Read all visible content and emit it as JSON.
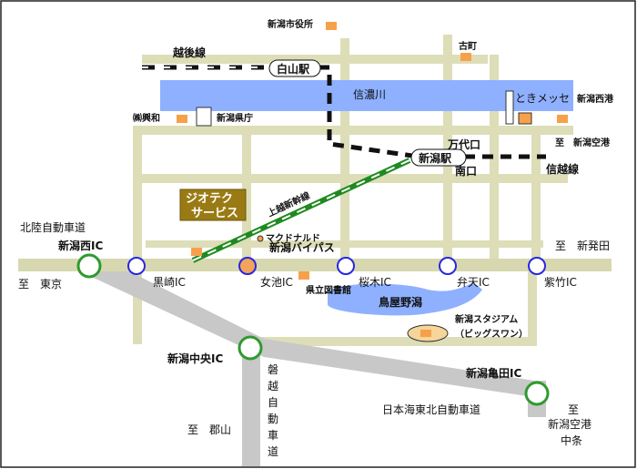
{
  "colors": {
    "background": "#ffffff",
    "frame": "#222222",
    "river": "#8eb0ff",
    "local_road": "#ddddb8",
    "expressway": "#c8c8c8",
    "bypass": "#d8d8b0",
    "interchange_fill": "#ffffff",
    "interchange_stroke": "#2828e0",
    "major_ic_stroke": "#2f9a2f",
    "highlight_ic_fill": "#f3a35a",
    "shinkansen_green": "#1f8a1f",
    "railway": "#111111",
    "landmark_orange": "#f6a14a",
    "target_box": "#f6d59a",
    "company_label_bg": "#9a7a14",
    "lake": "#8eb0ff"
  },
  "company": {
    "line1": "ジオテク",
    "line2": "サービス"
  },
  "stations": {
    "hakusan": "白山駅",
    "niigata": "新潟駅",
    "bandaiguchi": "万代口",
    "minamiguchi": "南口"
  },
  "railways": {
    "etsugo": "越後線",
    "shinetsu": "信越線",
    "shinkansen": "上越新幹線"
  },
  "river": "信濃川",
  "lake": "鳥屋野潟",
  "landmarks": {
    "city_hall": "新潟市役所",
    "furumachi": "古町",
    "tokimesse": "ときメッセ",
    "niigata_west_port": "新潟西港",
    "bandai_bridge_area": "㈱興和",
    "prefecture_office": "新潟県庁",
    "mcdonalds": "マクドナルド",
    "library": "県立図書館",
    "stadium_line1": "新潟スタジアム",
    "stadium_line2": "（ビッグスワン）"
  },
  "destinations": {
    "airport_east": "至　新潟空港",
    "shinhotta": "至　新発田",
    "tokyo": "至　東京",
    "koriyama": "至　郡山",
    "airport_se_1": "至",
    "airport_se_2": "新潟空港",
    "airport_se_3": "中条"
  },
  "expressways": {
    "hokuriku": "北陸自動車道",
    "bandai": "磐越自動車道",
    "nihonkai": "日本海東北自動車道",
    "bypass": "新潟バイパス"
  },
  "interchanges": {
    "nishi": "新潟西IC",
    "kurosaki": "黒崎IC",
    "meike": "女池IC",
    "sakuragi": "桜木IC",
    "benten": "弁天IC",
    "shichiku": "紫竹IC",
    "chuo": "新潟中央IC",
    "kameda": "新潟亀田IC"
  }
}
